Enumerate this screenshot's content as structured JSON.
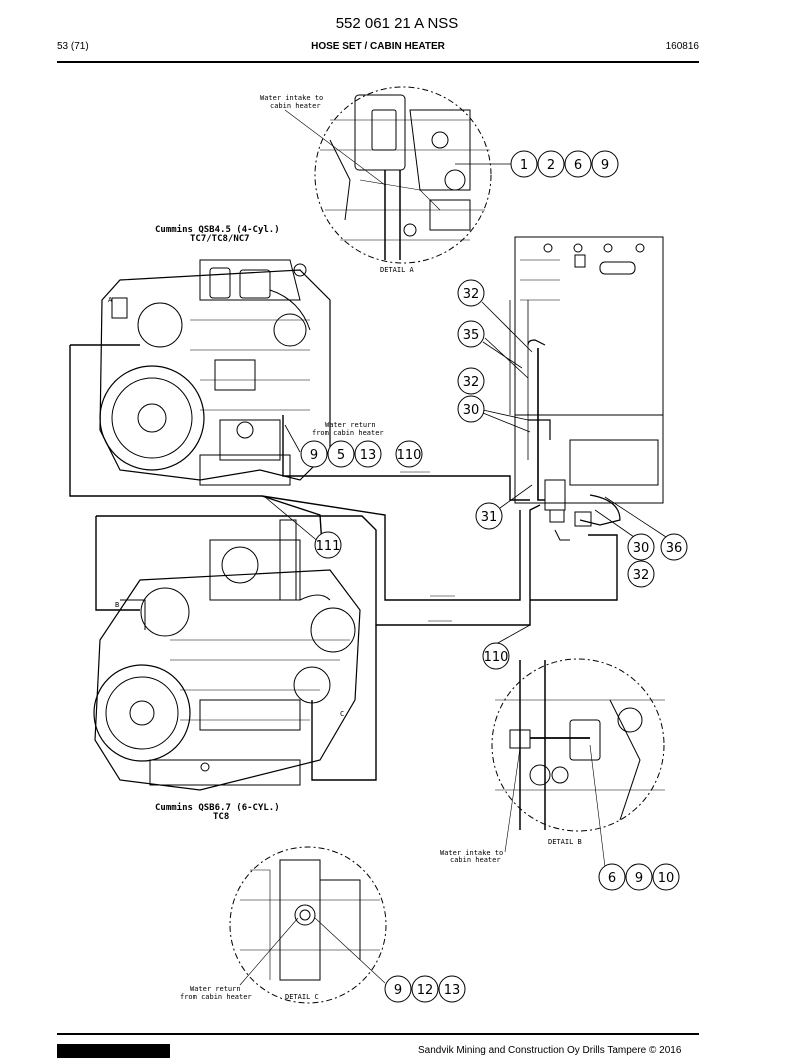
{
  "header": {
    "doc_number": "552 061 21 A NSS",
    "page": "53 (71)",
    "section_title": "HOSE SET / CABIN HEATER",
    "date_code": "160816"
  },
  "footer": {
    "copyright": "Sandvik Mining and Construction Oy Drills Tampere © 2016"
  },
  "drawing": {
    "engine_top_name": "Cummins QSB4.5 (4-Cyl.)",
    "engine_top_variant": "TC7/TC8/NC7",
    "engine_bottom_name": "Cummins QSB6.7 (6-CYL.)",
    "engine_bottom_variant": "TC8",
    "detail_a": "DETAIL A",
    "detail_b": "DETAIL B",
    "detail_c": "DETAIL C",
    "label_a": "A",
    "label_b": "B",
    "label_c": "C",
    "note_intake_a_1": "Water intake to",
    "note_intake_a_2": "cabin heater",
    "note_return_1": "Water return",
    "note_return_2": "from cabin heater",
    "note_intake_b_1": "Water intake to",
    "note_intake_b_2": "cabin heater",
    "note_return_c_1": "Water return",
    "note_return_c_2": "from cabin heater",
    "callouts": {
      "c1": "1",
      "c2": "2",
      "c6": "6",
      "c9": "9",
      "p32a": "32",
      "p35": "35",
      "p32b": "32",
      "p30a": "30",
      "d9": "9",
      "d5": "5",
      "d13": "13",
      "d110a": "110",
      "p31": "31",
      "p111": "111",
      "p30b": "30",
      "p36": "36",
      "p32c": "32",
      "d110b": "110",
      "b6": "6",
      "b9": "9",
      "b10": "10",
      "e9": "9",
      "e12": "12",
      "e13": "13"
    }
  }
}
